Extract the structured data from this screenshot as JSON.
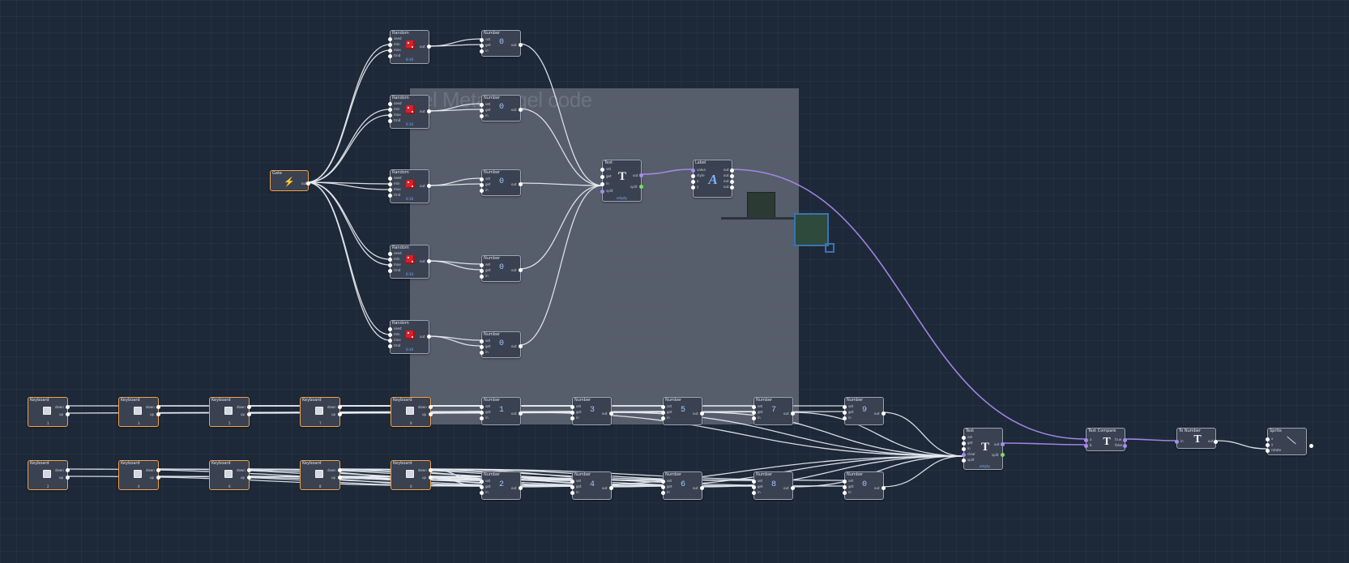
{
  "group": {
    "title": "nel Meta  oogel code"
  },
  "nodes": {
    "gate": {
      "title": "Gate",
      "out": "out"
    },
    "randoms": [
      {
        "title": "Random",
        "ports": [
          "seed",
          "min",
          "max",
          "trnd"
        ],
        "out": "out",
        "caption": "0-10"
      },
      {
        "title": "Random",
        "ports": [
          "seed",
          "min",
          "max",
          "trnd"
        ],
        "out": "out",
        "caption": "0-10"
      },
      {
        "title": "Random",
        "ports": [
          "seed",
          "min",
          "max",
          "trnd"
        ],
        "out": "out",
        "caption": "0-10"
      },
      {
        "title": "Random",
        "ports": [
          "seed",
          "min",
          "max",
          "trnd"
        ],
        "out": "out",
        "caption": "0-10"
      },
      {
        "title": "Random",
        "ports": [
          "seed",
          "min",
          "max",
          "trnd"
        ],
        "out": "out",
        "caption": "0-10"
      }
    ],
    "top_numbers": [
      {
        "title": "Number",
        "value": "0",
        "ports": [
          "set",
          "get",
          "in"
        ],
        "out": "out"
      },
      {
        "title": "Number",
        "value": "0",
        "ports": [
          "set",
          "get",
          "in"
        ],
        "out": "out"
      },
      {
        "title": "Number",
        "value": "0",
        "ports": [
          "set",
          "get",
          "in"
        ],
        "out": "out"
      },
      {
        "title": "Number",
        "value": "0",
        "ports": [
          "set",
          "get",
          "in"
        ],
        "out": "out"
      },
      {
        "title": "Number",
        "value": "0",
        "ports": [
          "set",
          "get",
          "in"
        ],
        "out": "out"
      }
    ],
    "text_top": {
      "title": "Text",
      "glyph": "T",
      "ports": [
        "set",
        "get",
        "in",
        "split"
      ],
      "out": "out",
      "out2": "split",
      "caption": "empty"
    },
    "label": {
      "title": "Label",
      "glyph": "A",
      "ports": [
        "value",
        "style",
        "x",
        "y"
      ],
      "outs": [
        "out",
        "out",
        "out",
        "out"
      ]
    },
    "keyboards_row1": [
      {
        "title": "Keyboard",
        "down": "down",
        "up": "up",
        "key": "1"
      },
      {
        "title": "Keyboard",
        "down": "down",
        "up": "up",
        "key": "3"
      },
      {
        "title": "Keyboard",
        "down": "down",
        "up": "up",
        "key": "5"
      },
      {
        "title": "Keyboard",
        "down": "down",
        "up": "up",
        "key": "7"
      },
      {
        "title": "Keyboard",
        "down": "down",
        "up": "up",
        "key": "9"
      }
    ],
    "keyboards_row2": [
      {
        "title": "Keyboard",
        "down": "down",
        "up": "up",
        "key": "2"
      },
      {
        "title": "Keyboard",
        "down": "down",
        "up": "up",
        "key": "4"
      },
      {
        "title": "Keyboard",
        "down": "down",
        "up": "up",
        "key": "6"
      },
      {
        "title": "Keyboard",
        "down": "down",
        "up": "up",
        "key": "8"
      },
      {
        "title": "Keyboard",
        "down": "down",
        "up": "up",
        "key": "0"
      }
    ],
    "bottom_numbers_row1": [
      {
        "title": "Number",
        "value": "1",
        "ports": [
          "set",
          "get",
          "in"
        ],
        "out": "out"
      },
      {
        "title": "Number",
        "value": "3",
        "ports": [
          "set",
          "get",
          "in"
        ],
        "out": "out"
      },
      {
        "title": "Number",
        "value": "5",
        "ports": [
          "set",
          "get",
          "in"
        ],
        "out": "out"
      },
      {
        "title": "Number",
        "value": "7",
        "ports": [
          "set",
          "get",
          "in"
        ],
        "out": "out"
      },
      {
        "title": "Number",
        "value": "9",
        "ports": [
          "set",
          "get",
          "in"
        ],
        "out": "out"
      }
    ],
    "bottom_numbers_row2": [
      {
        "title": "Number",
        "value": "2",
        "ports": [
          "set",
          "get",
          "in"
        ],
        "out": "out"
      },
      {
        "title": "Number",
        "value": "4",
        "ports": [
          "set",
          "get",
          "in"
        ],
        "out": "out"
      },
      {
        "title": "Number",
        "value": "6",
        "ports": [
          "set",
          "get",
          "in"
        ],
        "out": "out"
      },
      {
        "title": "Number",
        "value": "8",
        "ports": [
          "set",
          "get",
          "in"
        ],
        "out": "out"
      },
      {
        "title": "Number",
        "value": "0",
        "ports": [
          "set",
          "get",
          "in"
        ],
        "out": "out"
      }
    ],
    "text_bottom": {
      "title": "Text",
      "glyph": "T",
      "ports": [
        "set",
        "get",
        "in",
        "clear",
        "split"
      ],
      "out": "out",
      "out2": "split",
      "caption": "empty"
    },
    "text_compare": {
      "title": "Text Compare",
      "glyph": "T",
      "ports": [
        "a",
        "b"
      ],
      "outs": [
        "true",
        "false"
      ]
    },
    "to_number": {
      "title": "To Number",
      "glyph": "T",
      "ports": [
        "in"
      ],
      "out": "out"
    },
    "sprite": {
      "title": "Sprite",
      "ports": [
        "x",
        "y",
        "rotate"
      ],
      "out": "out"
    }
  },
  "colors": {
    "background": "#1d2838",
    "node": "#3a4151",
    "node_border": "#9aa4b4",
    "keyboard_border": "#f0a24a",
    "wire": "#e8ecf2",
    "wire_text": "#a98cf0",
    "value_text": "#9ec7ff"
  },
  "icons": {
    "gate": "lightning-icon",
    "random": "dice-icon",
    "text": "text-t-icon",
    "label": "letter-a-icon",
    "keyboard": "key-icon",
    "sprite": "line-icon",
    "stickers": [
      "screen-icon",
      "image-icon"
    ]
  }
}
